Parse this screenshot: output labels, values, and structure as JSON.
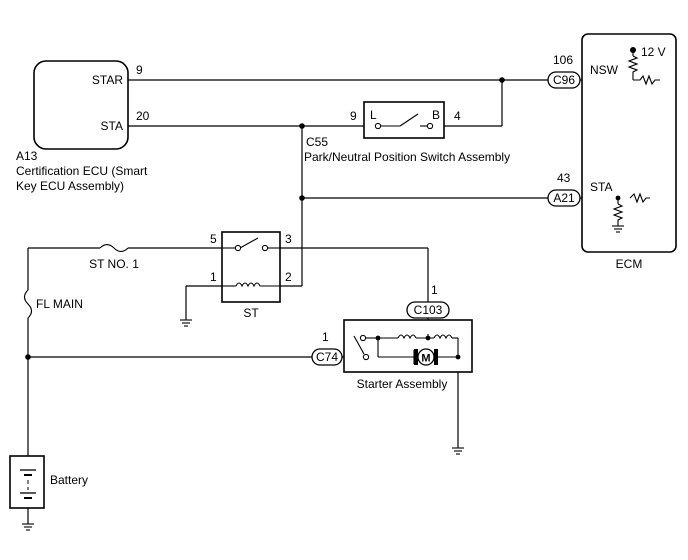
{
  "ecu": {
    "code": "A13",
    "name_line1": "Certification ECU (Smart",
    "name_line2": "Key ECU Assembly)",
    "terminal_star": "STAR",
    "terminal_sta": "STA",
    "pin_star": "9",
    "pin_sta": "20"
  },
  "pnp_switch": {
    "code": "C55",
    "name": "Park/Neutral Position Switch Assembly",
    "terminal_l": "L",
    "terminal_b": "B",
    "pin_l": "9",
    "pin_b": "4"
  },
  "ecm": {
    "name": "ECM",
    "voltage": "12 V",
    "terminal_nsw": "NSW",
    "terminal_sta": "STA",
    "connector_nsw": "C96",
    "pin_nsw": "106",
    "connector_sta": "A21",
    "pin_sta": "43"
  },
  "relay": {
    "name": "ST",
    "pin5": "5",
    "pin3": "3",
    "pin1": "1",
    "pin2": "2"
  },
  "fuses": {
    "st_no1": "ST NO. 1",
    "fl_main": "FL MAIN"
  },
  "starter": {
    "name": "Starter Assembly",
    "connector_top": "C103",
    "pin_top": "1",
    "connector_left": "C74",
    "pin_left": "1"
  },
  "battery": {
    "name": "Battery"
  }
}
